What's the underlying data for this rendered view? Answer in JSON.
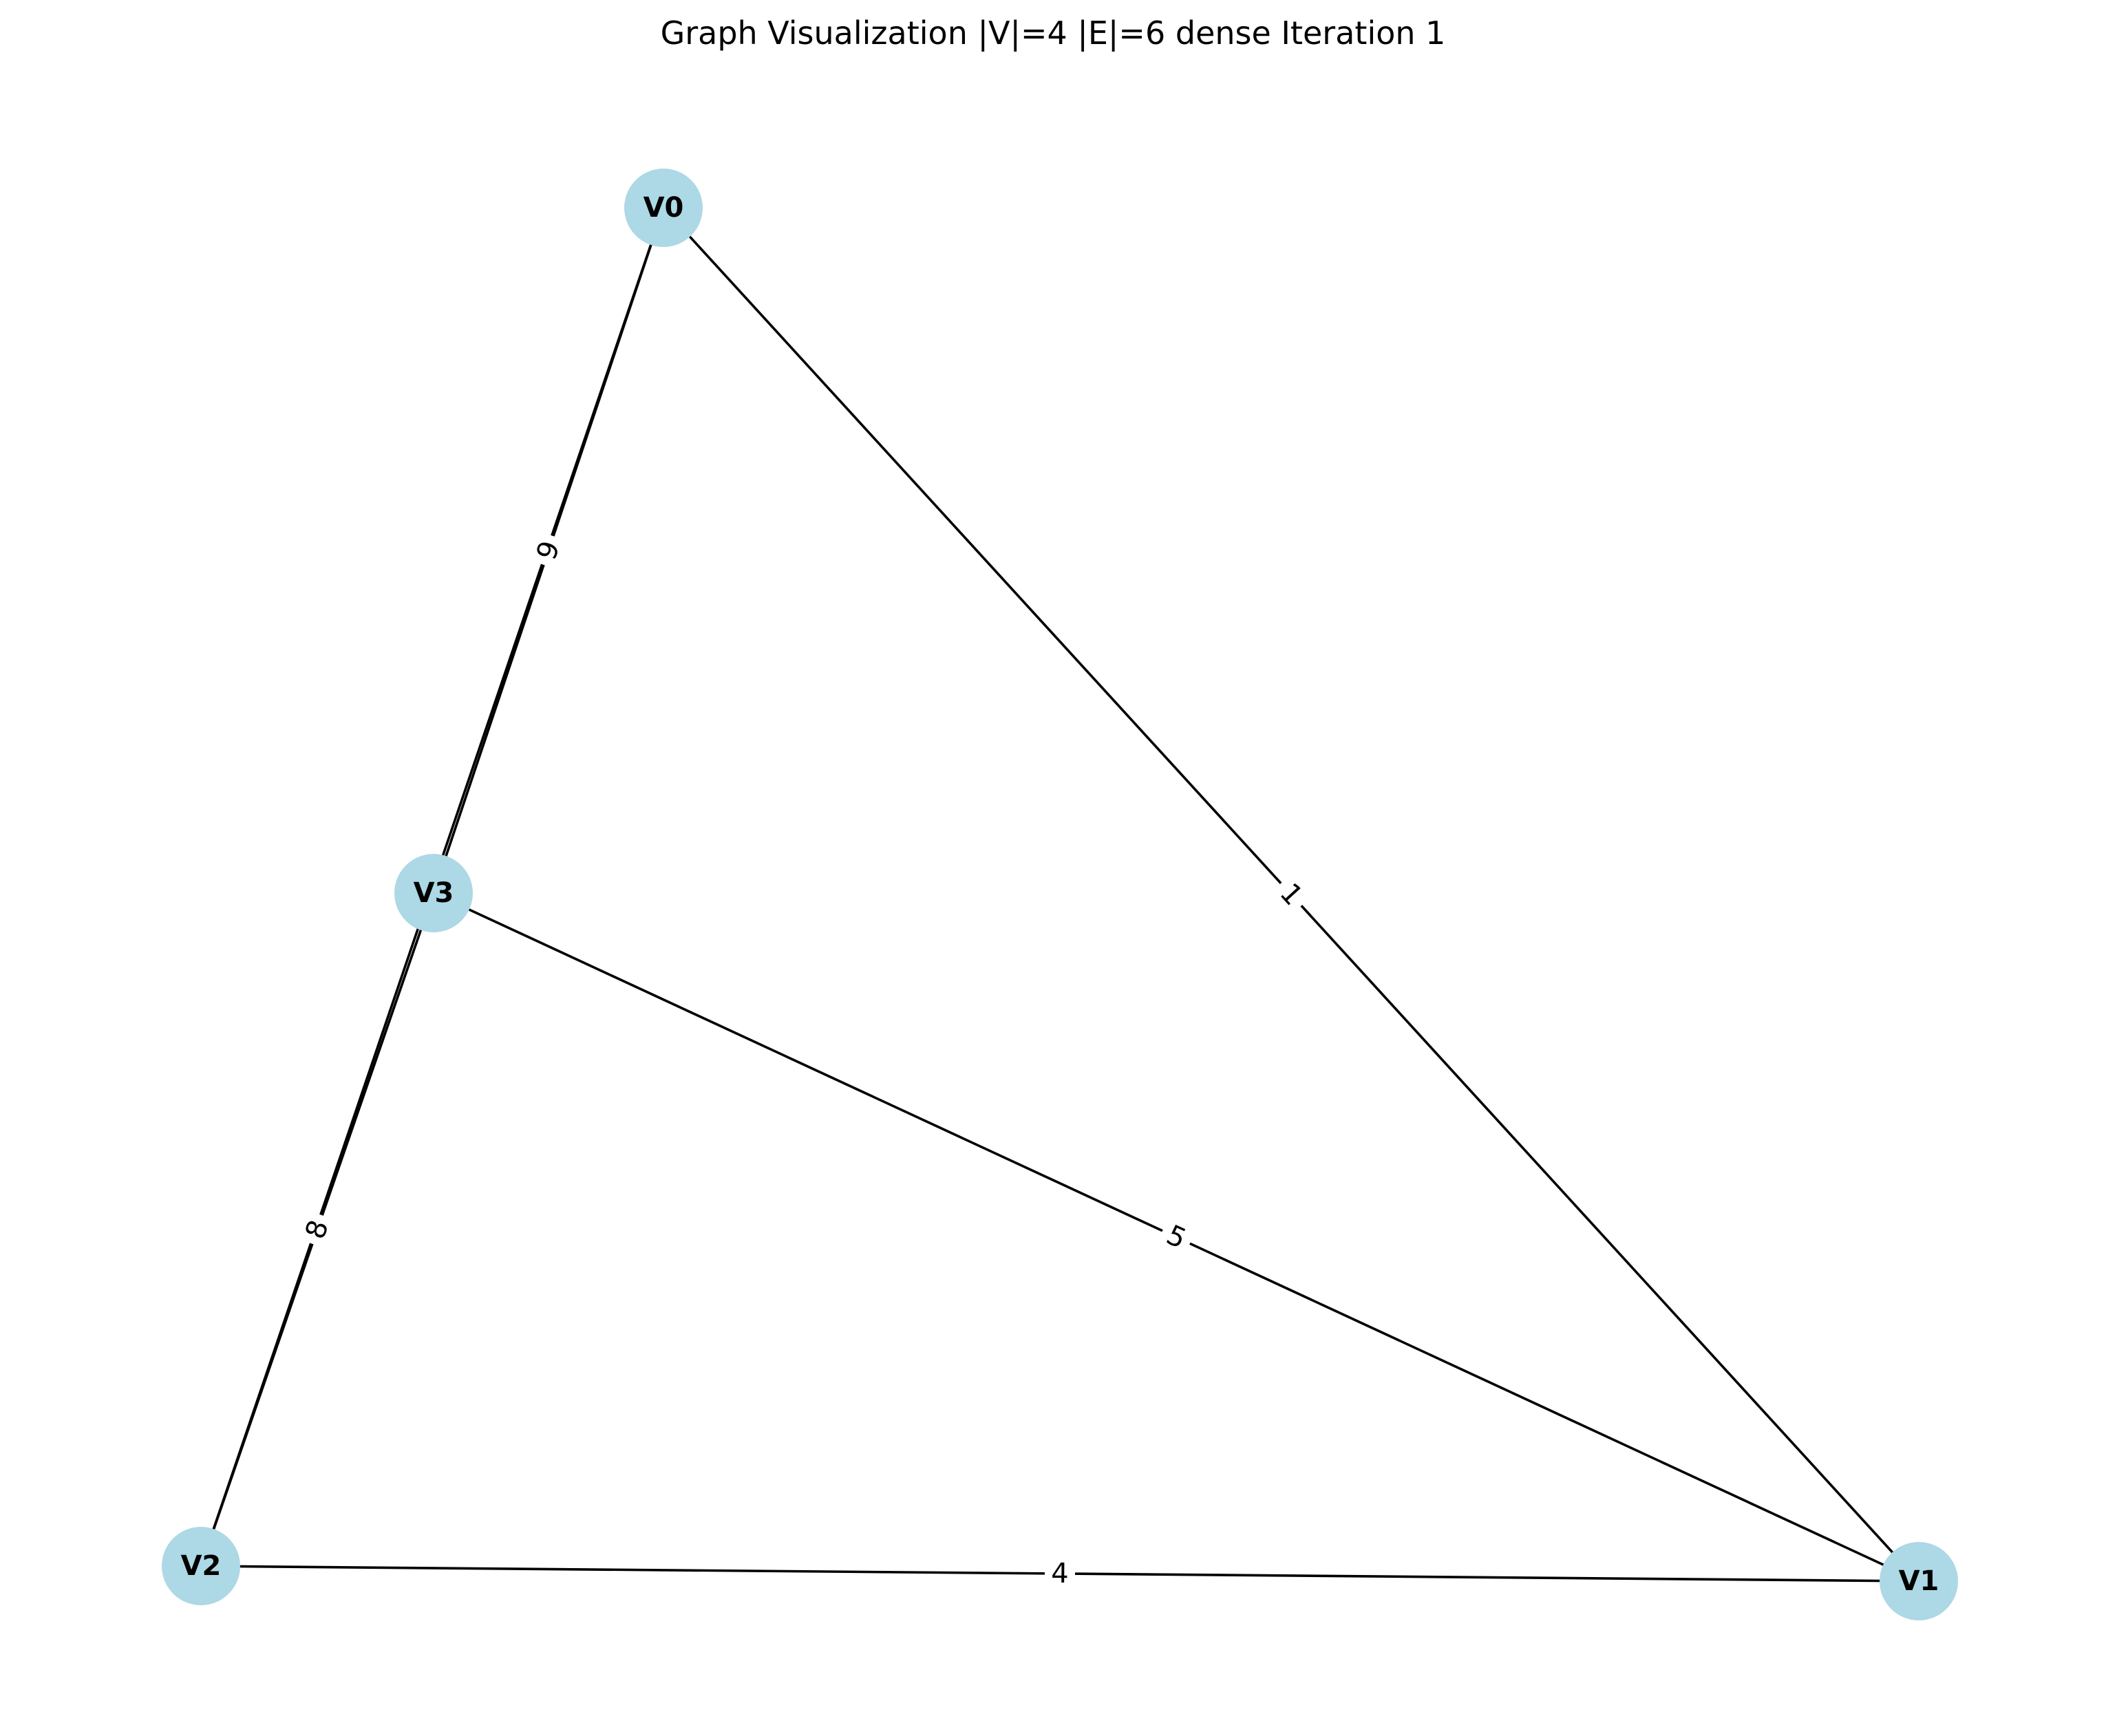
{
  "title": "Graph Visualization |V|=4 |E|=6 dense Iteration 1",
  "colors": {
    "node_fill": "#add8e6",
    "edge": "#000000",
    "background": "#ffffff"
  },
  "nodes": [
    {
      "id": "V0",
      "label": "V0"
    },
    {
      "id": "V1",
      "label": "V1"
    },
    {
      "id": "V2",
      "label": "V2"
    },
    {
      "id": "V3",
      "label": "V3"
    }
  ],
  "edges": [
    {
      "source": "V0",
      "target": "V3",
      "weight": "9"
    },
    {
      "source": "V0",
      "target": "V1",
      "weight": "1"
    },
    {
      "source": "V3",
      "target": "V1",
      "weight": "5"
    },
    {
      "source": "V3",
      "target": "V2",
      "weight": "8"
    },
    {
      "source": "V2",
      "target": "V1",
      "weight": "4"
    },
    {
      "source": "V0",
      "target": "V2",
      "weight": ""
    }
  ]
}
